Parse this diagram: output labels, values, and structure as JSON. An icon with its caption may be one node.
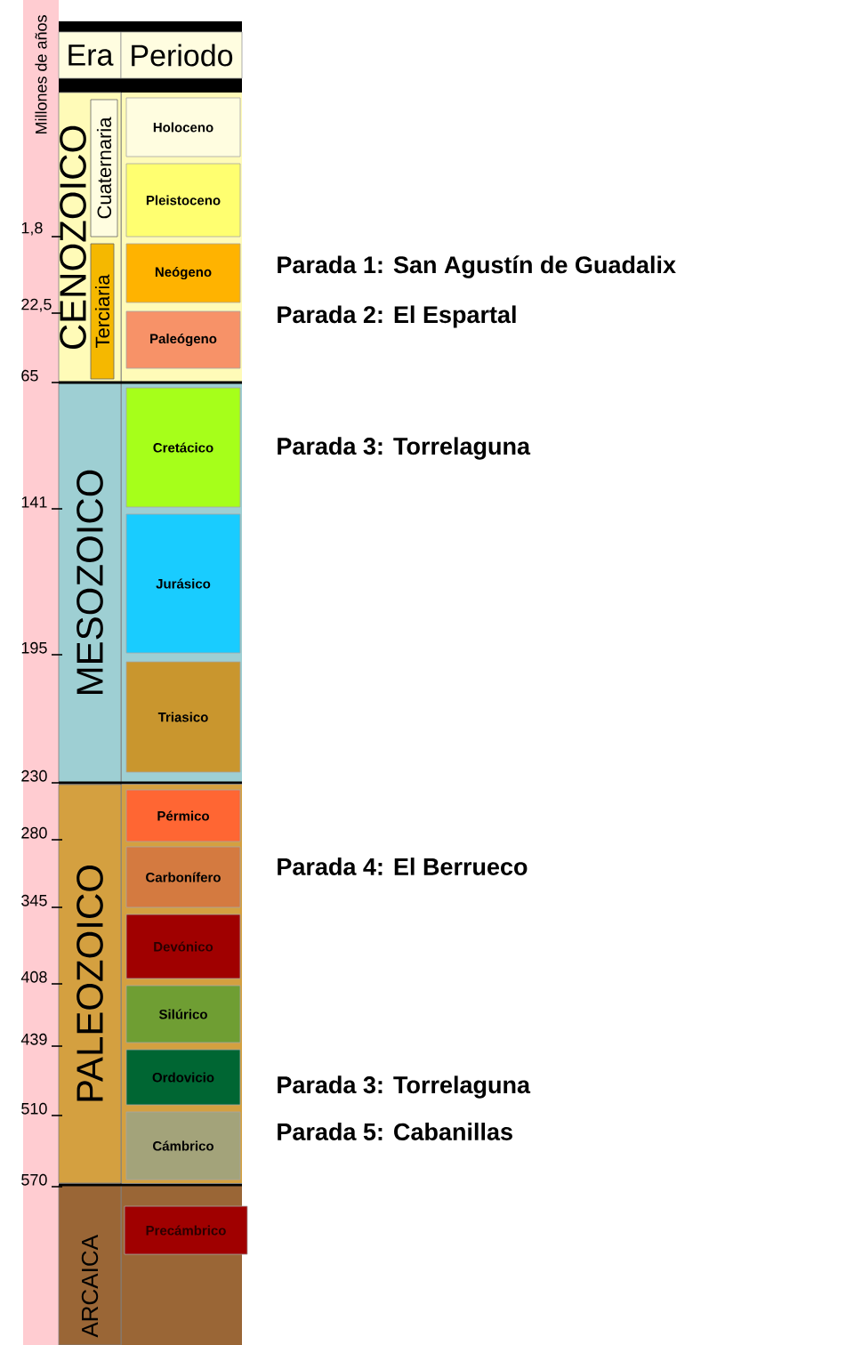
{
  "diagram": {
    "nodes": [
      {
        "text": [
          "Era"
        ]
      },
      {
        "text": [
          "Periodo"
        ]
      },
      {
        "text": [
          "CENOZOICO"
        ]
      },
      {
        "text": [
          "Cuaternaria"
        ],
        "in": 2
      },
      {
        "text": [
          "Terciaria"
        ],
        "in": 2
      },
      {
        "text": [
          "Holoceno"
        ]
      },
      {
        "text": [
          "Pleistoceno"
        ]
      },
      {
        "text": [
          "Neógeno"
        ]
      },
      {
        "text": [
          "Paleógeno"
        ]
      },
      {
        "text": [
          "MESOZOICO"
        ]
      },
      {
        "text": [
          "Cretácico"
        ]
      },
      {
        "text": [
          "Jurásico"
        ]
      },
      {
        "text": [
          "Triasico"
        ]
      },
      {
        "text": [
          "PALEOZOICO"
        ]
      },
      {
        "text": [
          "Pérmico"
        ]
      },
      {
        "text": [
          "Carbonífero"
        ]
      },
      {
        "text": [
          "Devónico"
        ]
      },
      {
        "text": [
          "Silúrico"
        ]
      },
      {
        "text": [
          "Ordovicio"
        ]
      },
      {
        "text": [
          "Cámbrico"
        ]
      },
      {
        "text": [
          "ARCAICA"
        ]
      },
      {
        "text": [
          "Precámbrico"
        ]
      }
    ],
    "edges": [],
    "labels": [
      "Millones de años",
      "1,8",
      "22,5",
      "65",
      "141",
      "195",
      "230",
      "280",
      "345",
      "408",
      "439",
      "510",
      "570",
      "Parada 1: San Agustín de Guadalix",
      "Parada 2: El Espartal",
      "Parada 3: Torrelaguna",
      "Parada 4: El Berrueco",
      "Parada 3: Torrelaguna",
      "Parada 5: Cabanillas"
    ]
  }
}
